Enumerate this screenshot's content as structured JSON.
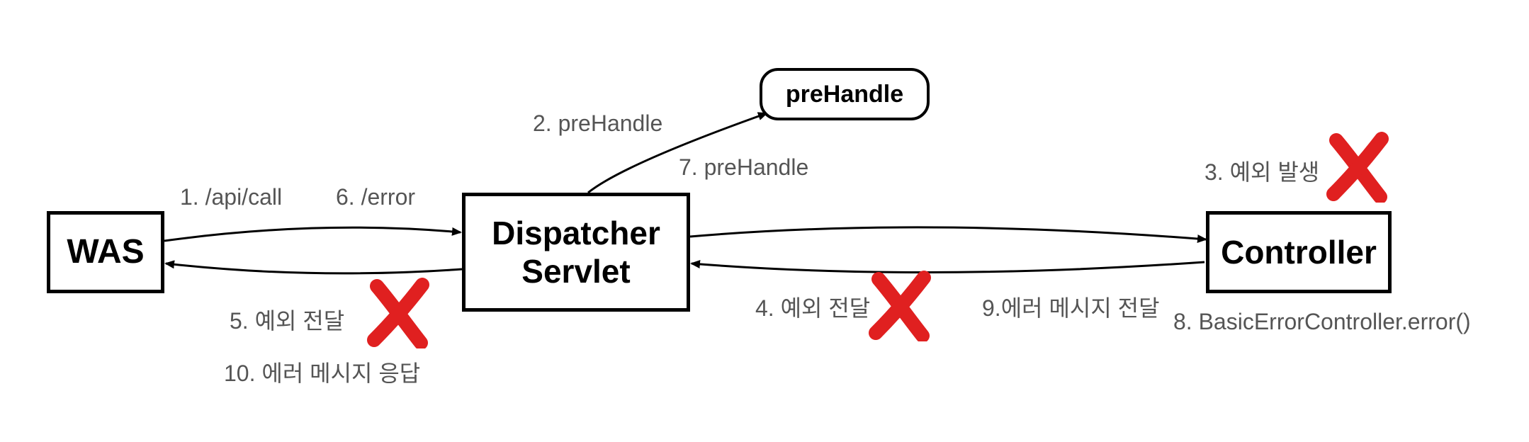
{
  "nodes": {
    "was": "WAS",
    "dispatcher_line1": "Dispatcher",
    "dispatcher_line2": "Servlet",
    "controller": "Controller",
    "prehandle": "preHandle"
  },
  "labels": {
    "step1": "1. /api/call",
    "step2": "2. preHandle",
    "step3": "3. 예외 발생",
    "step4": "4. 예외 전달",
    "step5": "5. 예외 전달",
    "step6": "6. /error",
    "step7": "7. preHandle",
    "step8": "8. BasicErrorController.error()",
    "step9": "9.에러 메시지 전달",
    "step10": "10. 에러 메시지 응답"
  },
  "colors": {
    "stroke": "#000000",
    "label_text": "#555555",
    "x_mark": "#e02020"
  },
  "icons": [
    "x-mark-icon"
  ]
}
